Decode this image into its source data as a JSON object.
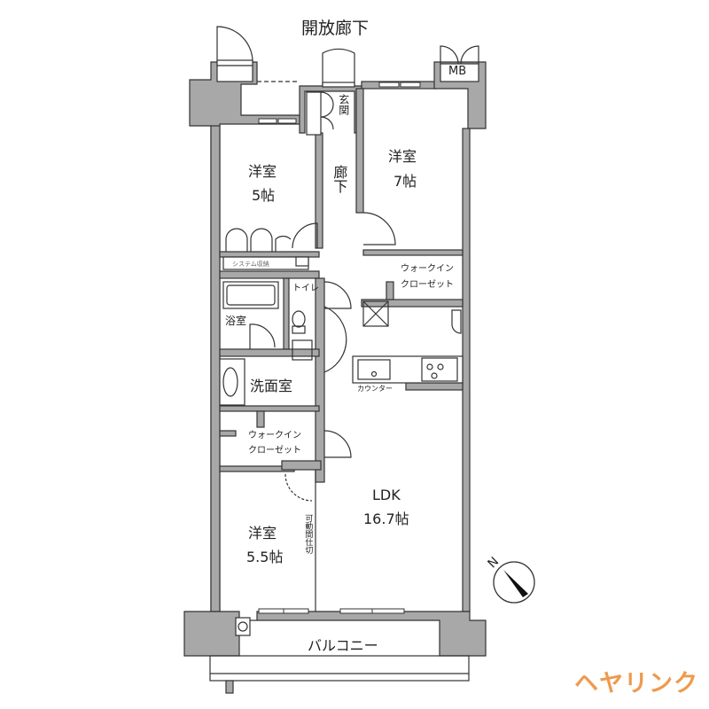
{
  "plan": {
    "top_label": "開放廊下",
    "mb_label": "MB",
    "bottom_label": "バルコニー",
    "entrance": "玄関",
    "hallway": "廊下",
    "rooms": [
      {
        "name": "洋室",
        "size": "5帖"
      },
      {
        "name": "洋室",
        "size": "7帖"
      },
      {
        "name": "洋室",
        "size": "5.5帖"
      },
      {
        "name": "LDK",
        "size": "16.7帖"
      }
    ],
    "system_storage": "システム収納",
    "walk_in_closet_1": "ウォークイン\nクローゼット",
    "walk_in_closet_1_line1": "ウォークイン",
    "walk_in_closet_1_line2": "クローゼット",
    "walk_in_closet_2_line1": "ウォークイン",
    "walk_in_closet_2_line2": "クローゼット",
    "toilet": "トイレ",
    "bath": "浴室",
    "washroom": "洗面室",
    "counter": "カウンター",
    "movable_partition": "可動間仕切",
    "compass": "N"
  },
  "colors": {
    "wall": "#a8a8a8",
    "line": "#333333",
    "logo": "#ee9a4d"
  },
  "logo": {
    "text": "ヘヤリンク"
  }
}
